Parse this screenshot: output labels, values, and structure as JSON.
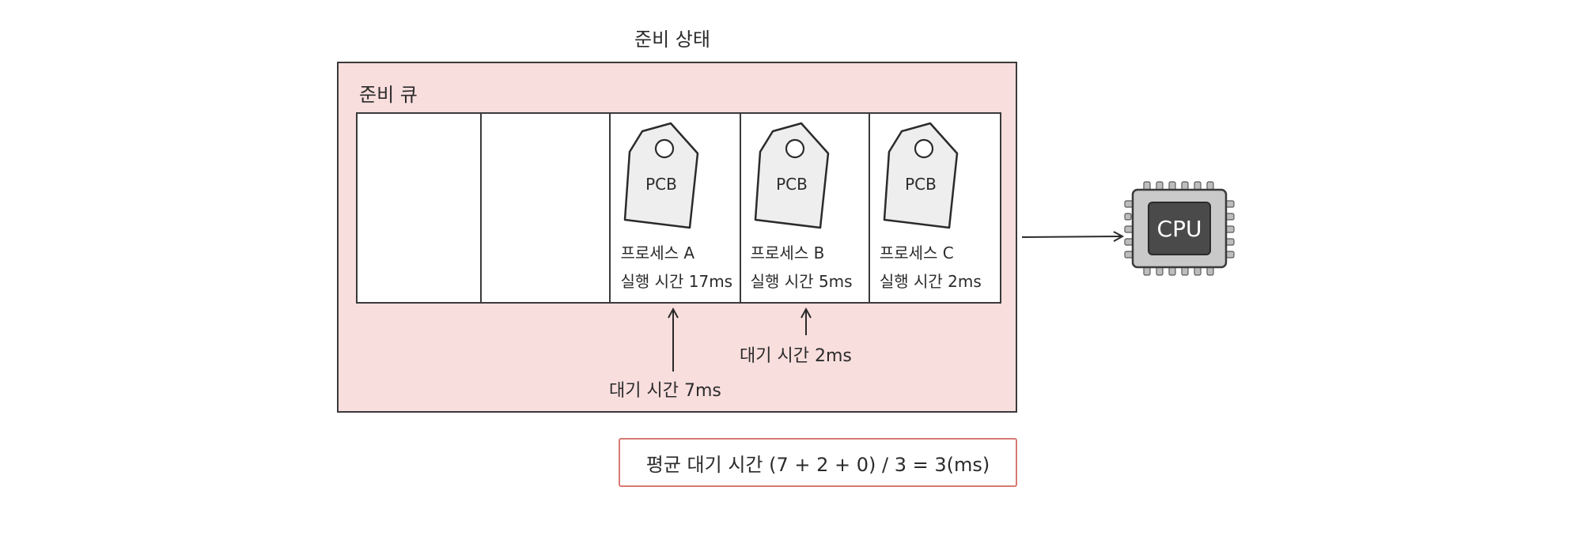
{
  "title": "준비 상태",
  "queue_label": "준비 큐",
  "pcb_text": "PCB",
  "processes": [
    {
      "name": "프로세스 A",
      "exec_time": "실행 시간 17ms"
    },
    {
      "name": "프로세스 B",
      "exec_time": "실행 시간 5ms"
    },
    {
      "name": "프로세스 C",
      "exec_time": "실행 시간 2ms"
    }
  ],
  "wait_labels": {
    "a": "대기 시간 7ms",
    "b": "대기 시간 2ms"
  },
  "cpu_label": "CPU",
  "average": "평균 대기 시간 (7 + 2 + 0) / 3 = 3(ms)",
  "colors": {
    "state_fill": "#f8dedd",
    "average_border": "#d67a74",
    "cpu_body": "#4a4a4a"
  }
}
